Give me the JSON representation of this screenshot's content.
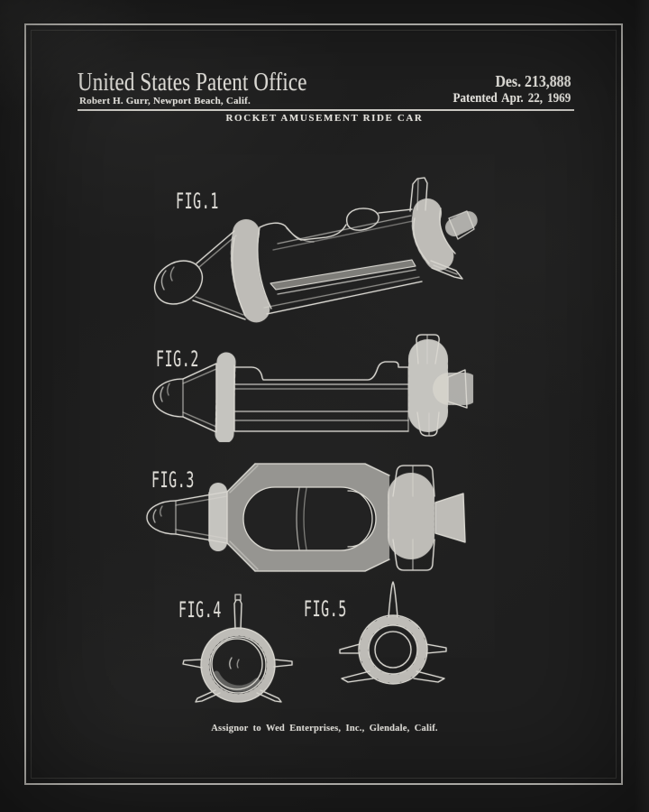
{
  "artwork": {
    "background_color": "#1f1f1f",
    "chalk_color": "#e8e6e0"
  },
  "header": {
    "office_title": "United States Patent Office",
    "inventor_line": "Robert H. Gurr, Newport Beach, Calif.",
    "patent_number": "Des. 213,888",
    "patent_date_line": "Patented Apr. 22, 1969",
    "invention_title": "ROCKET AMUSEMENT RIDE CAR"
  },
  "figures": {
    "fig1": {
      "label": "FIG.1"
    },
    "fig2": {
      "label": "FIG.2"
    },
    "fig3": {
      "label": "FIG.3"
    },
    "fig4": {
      "label": "FIG.4"
    },
    "fig5": {
      "label": "FIG.5"
    }
  },
  "footer": {
    "assignor_line": "Assignor to Wed Enterprises, Inc., Glendale, Calif."
  }
}
